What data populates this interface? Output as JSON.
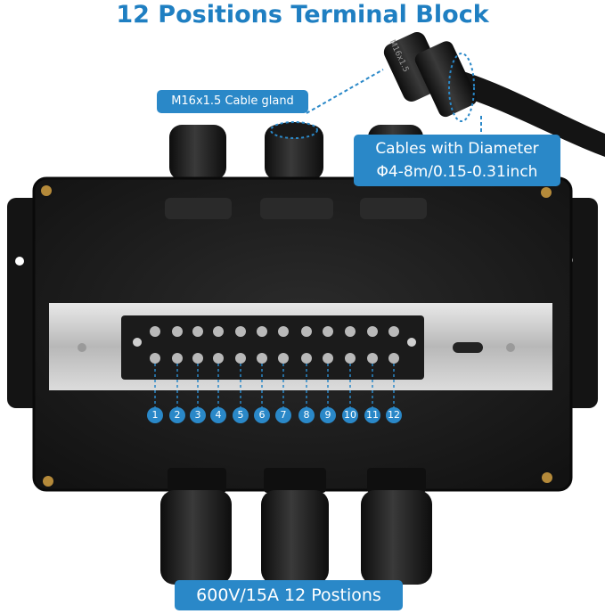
{
  "title": "12 Positions Terminal Block",
  "labels": {
    "cable_gland": "M16x1.5 Cable gland",
    "cable_diameter_line1": "Cables with Diameter",
    "cable_diameter_line2": "Φ4-8m/0.15-0.31inch",
    "rating": "600V/15A 12 Postions",
    "gland_marking": "M16x1.5"
  },
  "positions": [
    "1",
    "2",
    "3",
    "4",
    "5",
    "6",
    "7",
    "8",
    "9",
    "10",
    "11",
    "12"
  ],
  "colors": {
    "accent": "#2a88c8",
    "title": "#1f7fc2",
    "enclosure": "#1c1c1c",
    "rail": "#c9c9c9"
  }
}
